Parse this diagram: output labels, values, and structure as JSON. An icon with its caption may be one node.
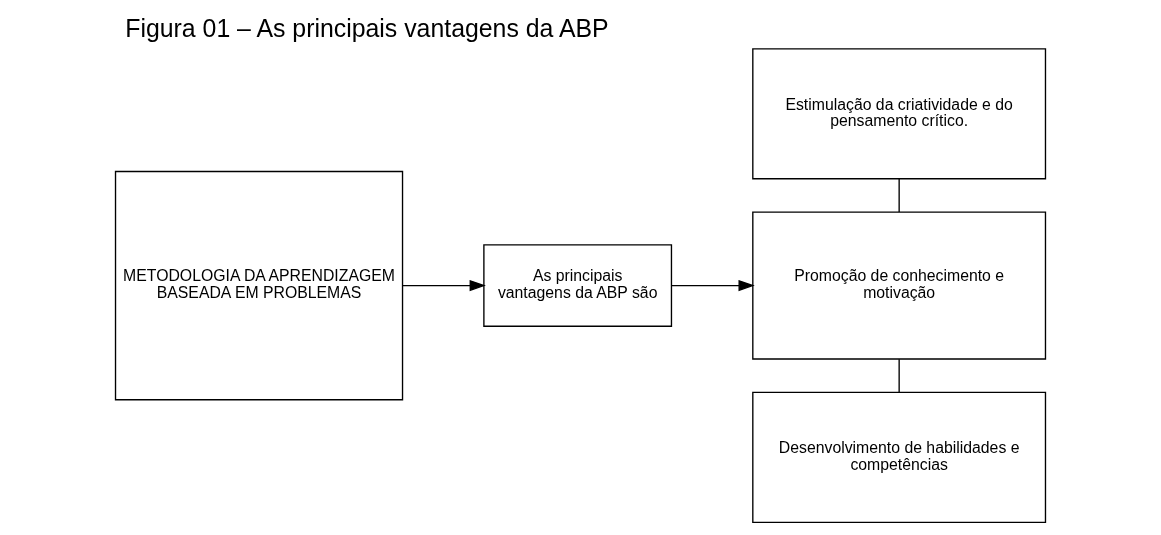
{
  "diagram": {
    "title": "Figura 01 – As principais vantagens da ABP",
    "nodes": [
      {
        "text": [
          "METODOLOGIA DA APRENDIZAGEM BASEADA EM PROBLEMAS"
        ]
      },
      {
        "text": [
          "As principais vantagens da ABP são"
        ]
      },
      {
        "text": [
          "Estimulação da criatividade e do pensamento crítico."
        ]
      },
      {
        "text": [
          "Promoção de conhecimento e motivação"
        ]
      },
      {
        "text": [
          "Desenvolvimento de habilidades e competências"
        ]
      }
    ],
    "edges": [
      {
        "from": 0,
        "to": 1,
        "arrow": "to"
      },
      {
        "from": 1,
        "to": 3,
        "arrow": "to"
      },
      {
        "from": 2,
        "to": 3,
        "arrow": "none"
      },
      {
        "from": 3,
        "to": 4,
        "arrow": "none"
      }
    ]
  }
}
